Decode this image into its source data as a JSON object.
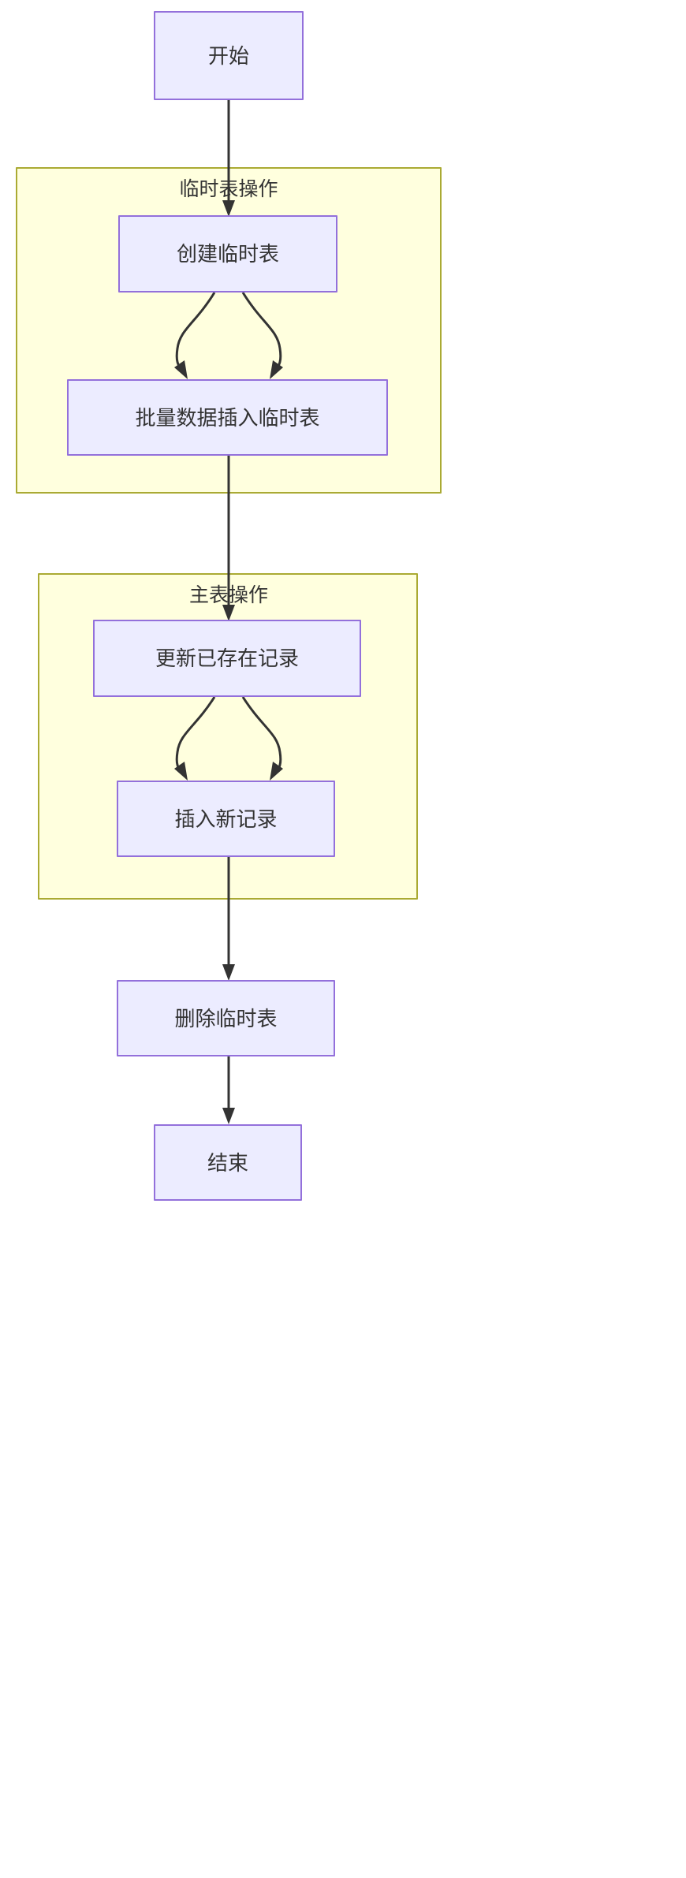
{
  "diagram": {
    "type": "flowchart",
    "direction": "top-down",
    "title": "",
    "colors": {
      "node_fill": "#ececff",
      "node_stroke": "#9370db",
      "cluster_fill": "#ffffde",
      "cluster_stroke": "#aaaa33",
      "edge_stroke": "#333333",
      "text": "#333333",
      "background": "#ffffff"
    },
    "nodes": [
      {
        "id": "start",
        "label": "开始"
      },
      {
        "id": "create_temp",
        "label": "创建临时表"
      },
      {
        "id": "bulk_insert",
        "label": "批量数据插入临时表"
      },
      {
        "id": "update_exist",
        "label": "更新已存在记录"
      },
      {
        "id": "insert_new",
        "label": "插入新记录"
      },
      {
        "id": "drop_temp",
        "label": "删除临时表"
      },
      {
        "id": "end",
        "label": "结束"
      }
    ],
    "clusters": [
      {
        "id": "temp_ops",
        "label": "临时表操作",
        "members": [
          "create_temp",
          "bulk_insert"
        ]
      },
      {
        "id": "main_ops",
        "label": "主表操作",
        "members": [
          "update_exist",
          "insert_new"
        ]
      }
    ],
    "edges": [
      {
        "from": "start",
        "to": "create_temp",
        "style": "straight",
        "label": ""
      },
      {
        "from": "create_temp",
        "to": "bulk_insert",
        "style": "curved-left",
        "label": ""
      },
      {
        "from": "create_temp",
        "to": "bulk_insert",
        "style": "curved-right",
        "label": ""
      },
      {
        "from": "bulk_insert",
        "to": "update_exist",
        "style": "straight",
        "label": ""
      },
      {
        "from": "update_exist",
        "to": "insert_new",
        "style": "curved-left",
        "label": ""
      },
      {
        "from": "update_exist",
        "to": "insert_new",
        "style": "curved-right",
        "label": ""
      },
      {
        "from": "insert_new",
        "to": "drop_temp",
        "style": "straight",
        "label": ""
      },
      {
        "from": "drop_temp",
        "to": "end",
        "style": "straight",
        "label": ""
      }
    ]
  }
}
